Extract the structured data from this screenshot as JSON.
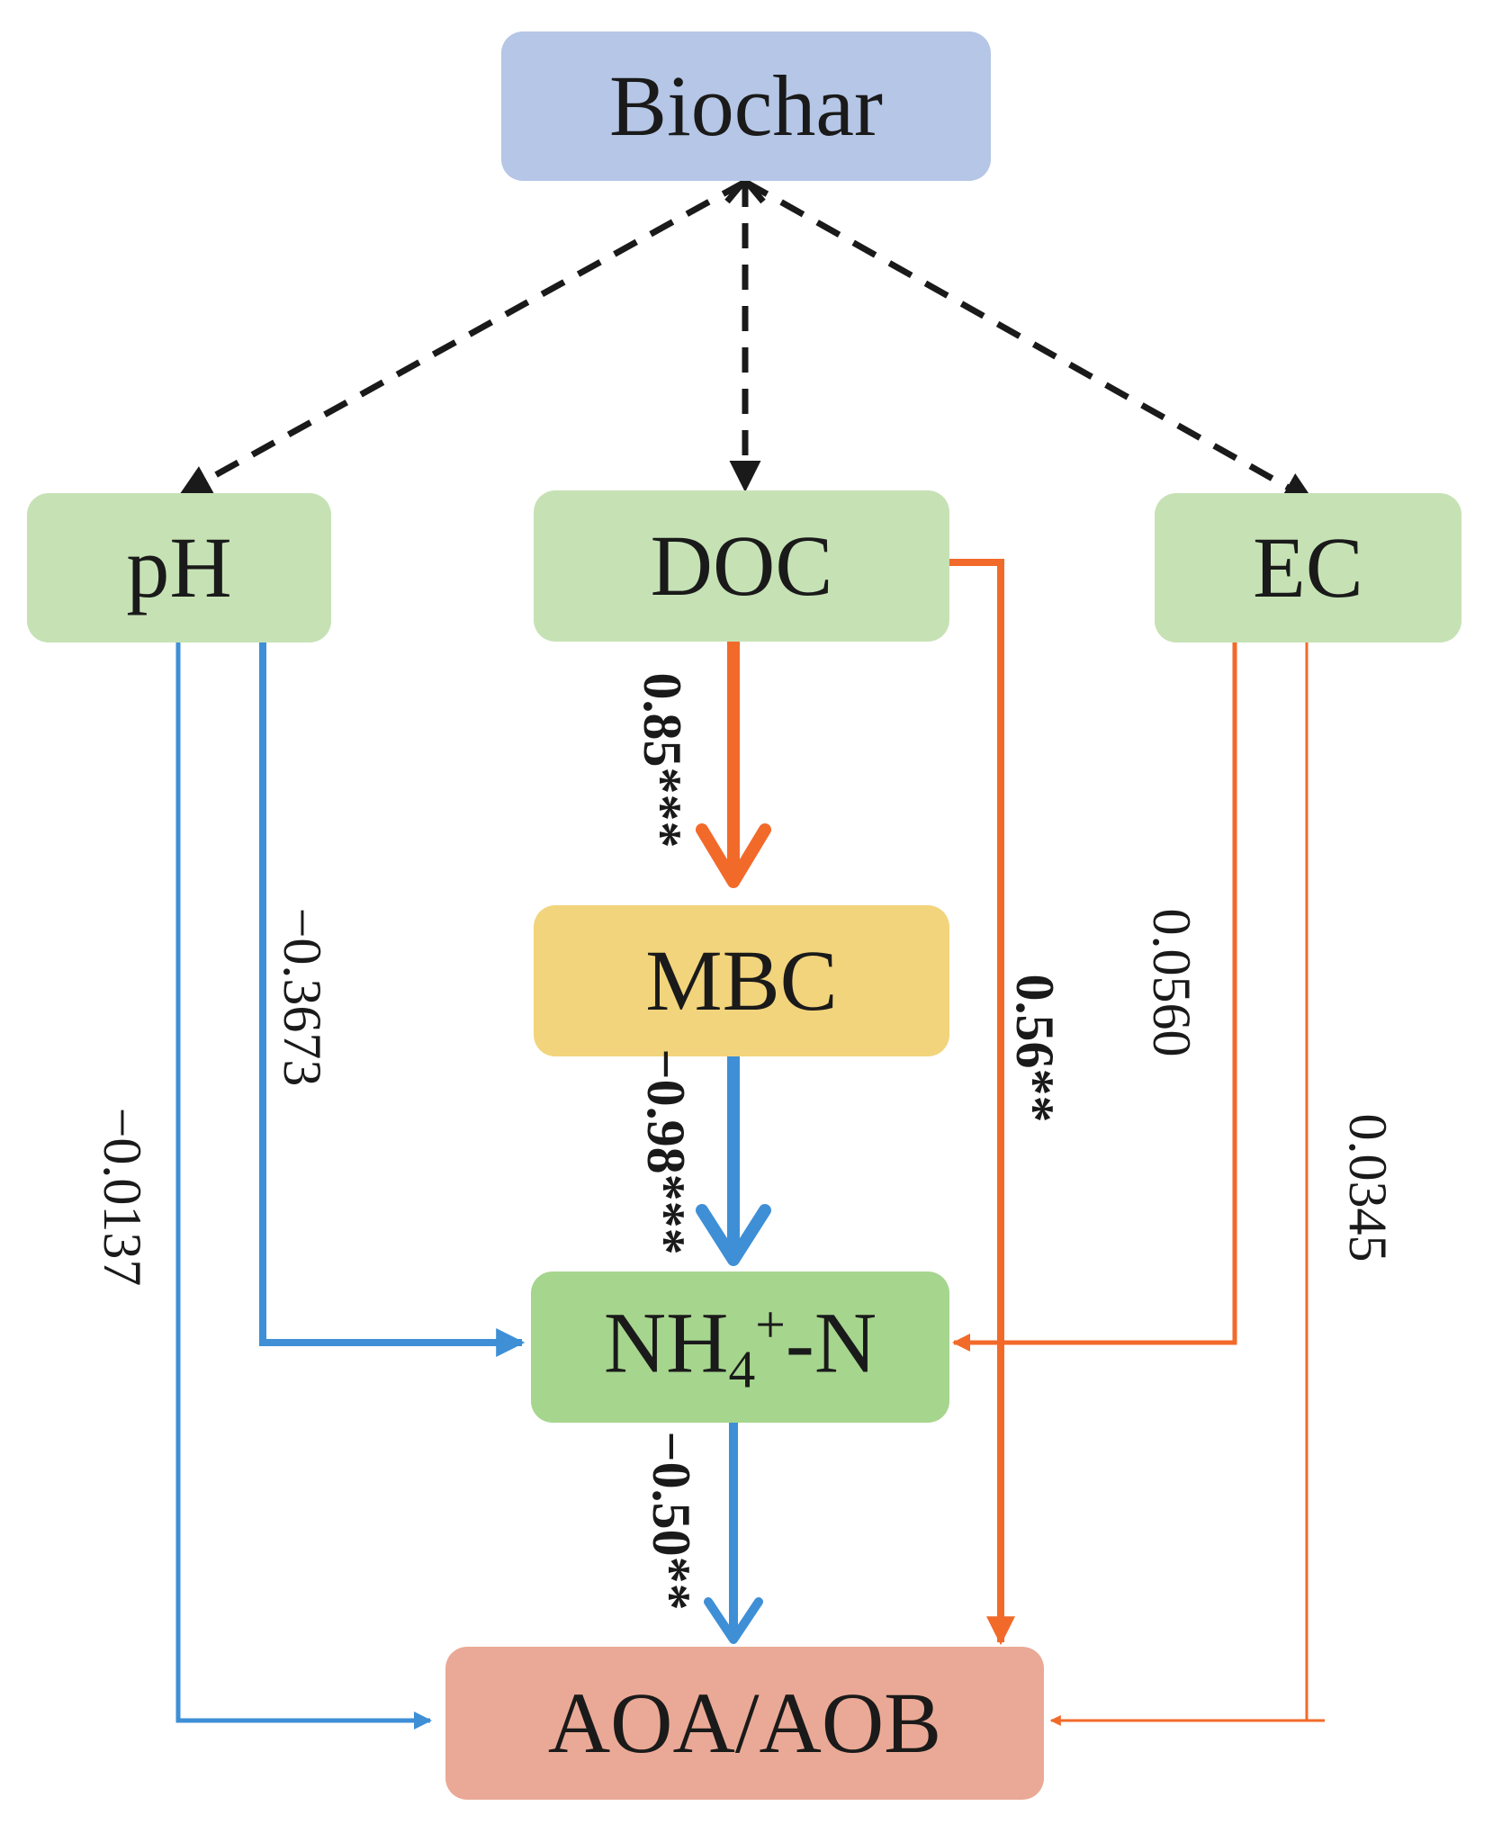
{
  "nodes": {
    "biochar": {
      "label": "Biochar",
      "color": "#b5c6e6"
    },
    "ph": {
      "label": "pH",
      "color": "#c6e2b5"
    },
    "doc": {
      "label": "DOC",
      "color": "#c6e2b5"
    },
    "ec": {
      "label": "EC",
      "color": "#c6e2b5"
    },
    "mbc": {
      "label": "MBC",
      "color": "#f2d47c"
    },
    "nh4": {
      "label": "NH4+-N",
      "base": "NH",
      "sub": "4",
      "sup": "+",
      "suffix": "-N",
      "color": "#a6d58e"
    },
    "aoa": {
      "label": "AOA/AOB",
      "color": "#eaa996"
    }
  },
  "paths": [
    {
      "from": "biochar",
      "to": "ph",
      "style": "dashed",
      "label": ""
    },
    {
      "from": "biochar",
      "to": "doc",
      "style": "dashed",
      "label": ""
    },
    {
      "from": "biochar",
      "to": "ec",
      "style": "dashed",
      "label": ""
    },
    {
      "from": "doc",
      "to": "mbc",
      "coefficient": "0.85***",
      "sign": "positive"
    },
    {
      "from": "mbc",
      "to": "nh4",
      "coefficient": "−0.98***",
      "sign": "negative"
    },
    {
      "from": "nh4",
      "to": "aoa",
      "coefficient": "−0.50**",
      "sign": "negative"
    },
    {
      "from": "doc",
      "to": "aoa",
      "coefficient": "0.56**",
      "sign": "positive"
    },
    {
      "from": "ph",
      "to": "nh4",
      "coefficient": "−0.3673",
      "sign": "negative"
    },
    {
      "from": "ph",
      "to": "aoa",
      "coefficient": "−0.0137",
      "sign": "negative"
    },
    {
      "from": "ec",
      "to": "nh4",
      "coefficient": "0.0560",
      "sign": "positive"
    },
    {
      "from": "ec",
      "to": "aoa",
      "coefficient": "0.0345",
      "sign": "positive"
    }
  ],
  "colors": {
    "positive": "#f26a2a",
    "negative": "#3f8fd6",
    "dashed": "#1a1a1a"
  }
}
